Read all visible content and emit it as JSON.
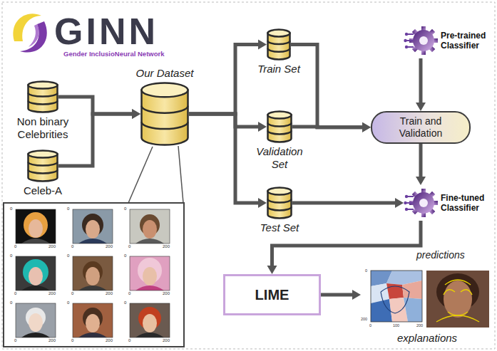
{
  "diagram": {
    "title": "GINN",
    "nodes": [
      {
        "text": [
          "Non binary Celebrities"
        ]
      },
      {
        "text": [
          "Celeb-A"
        ]
      },
      {
        "text": [
          "Our Dataset"
        ]
      },
      {
        "text": [
          "Train Set"
        ]
      },
      {
        "text": [
          "Validation Set"
        ]
      },
      {
        "text": [
          "Test Set"
        ]
      },
      {
        "text": [
          "Pre-trained Classifier"
        ]
      },
      {
        "text": [
          "Train and Validation"
        ]
      },
      {
        "text": [
          "Fine-tuned Classifier"
        ]
      },
      {
        "text": [
          "LIME"
        ]
      },
      {
        "text": [
          "explanations"
        ]
      }
    ],
    "edges": [
      {
        "from": 0,
        "to": 2,
        "arrow": "to"
      },
      {
        "from": 1,
        "to": 2,
        "arrow": "to"
      },
      {
        "from": 2,
        "to": 3,
        "arrow": "to"
      },
      {
        "from": 2,
        "to": 4,
        "arrow": "to"
      },
      {
        "from": 2,
        "to": 5,
        "arrow": "to"
      },
      {
        "from": 3,
        "to": 7,
        "arrow": "to"
      },
      {
        "from": 4,
        "to": 7,
        "arrow": "to"
      },
      {
        "from": 6,
        "to": 7,
        "arrow": "to"
      },
      {
        "from": 7,
        "to": 8,
        "arrow": "to"
      },
      {
        "from": 8,
        "to": 9,
        "label": "predictions",
        "arrow": "to"
      },
      {
        "from": 5,
        "to": 8,
        "arrow": "to"
      },
      {
        "from": 9,
        "to": 10,
        "arrow": "to"
      }
    ],
    "labels": [
      "Gender InclusioNeural Network",
      "0",
      "0",
      "200",
      "0",
      "0",
      "200",
      "0",
      "0",
      "200",
      "0",
      "0",
      "200",
      "0",
      "0",
      "200",
      "0",
      "0",
      "200",
      "0",
      "0",
      "200",
      "0",
      "0",
      "200",
      "0",
      "0",
      "200",
      "0",
      "200",
      "0",
      "100",
      "200"
    ]
  }
}
